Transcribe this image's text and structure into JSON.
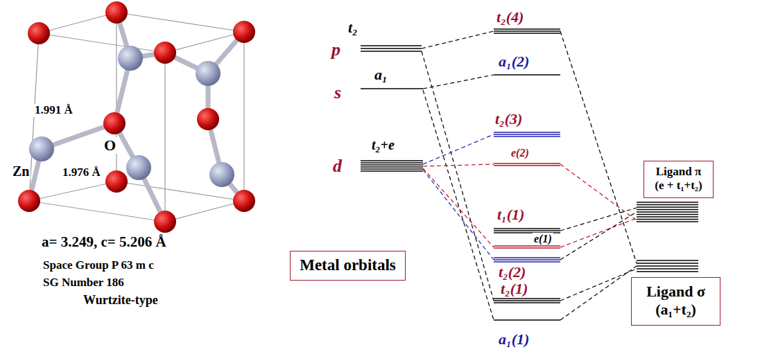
{
  "diagram": {
    "nodes": [
      {
        "text": [
          "Metal orbitals"
        ]
      },
      {
        "text": [
          "Ligand π",
          "(e + t₁+t₂)"
        ]
      },
      {
        "text": [
          "Ligand σ",
          "(a₁+t₂)"
        ]
      }
    ],
    "labels": [
      "1.991 Å",
      "O",
      "Zn",
      "1.976 Å",
      "a= 3.249, c= 5.206 Å",
      "Space Group P 63 m c",
      "SG Number 186",
      "Wurtzite-type",
      "p",
      "t₂",
      "s",
      "a₁",
      "d",
      "t₂+e",
      "t₂(4)",
      "a₁(2)",
      "t₂(3)",
      "e(2)",
      "t₁(1)",
      "e(1)",
      "t₂(2)",
      "t₂(1)",
      "a₁(1)"
    ]
  }
}
